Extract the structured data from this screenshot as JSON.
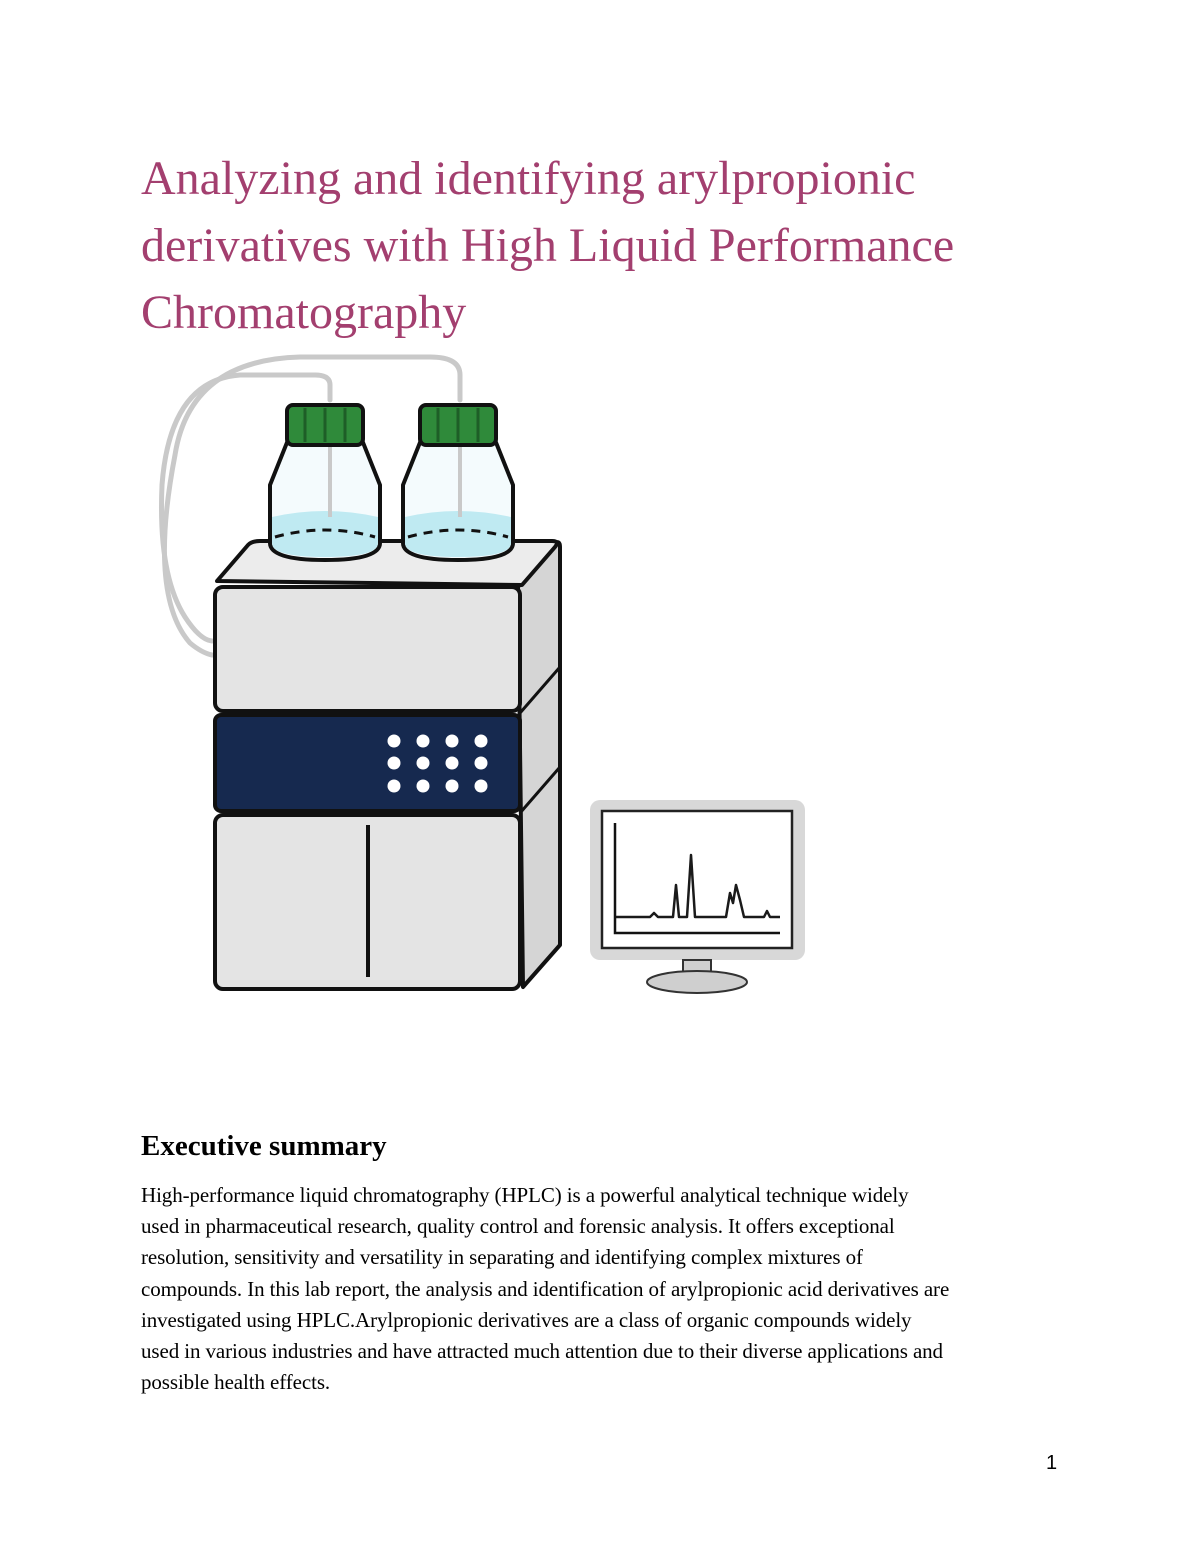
{
  "document": {
    "title": "Analyzing and identifying arylpropionic derivatives with High Liquid Performance Chromatography",
    "title_color": "#a33f6f",
    "figure": {
      "subject": "HPLC instrument with two solvent bottles and a monitor showing a chromatogram",
      "icons": [
        "solvent-bottle-icon",
        "hplc-instrument-icon",
        "chromatogram-monitor-icon"
      ],
      "colors": {
        "bottle_cap": "#2f8a3a",
        "solvent": "#bfeaf2",
        "instrument_body": "#e6e6e6",
        "control_panel": "#16294f"
      }
    },
    "executive_summary": {
      "heading": "Executive summary",
      "lines": [
        "High-performance liquid chromatography (HPLC) is a powerful analytical technique widely",
        "used in pharmaceutical research, quality control and forensic analysis. It offers exceptional",
        "resolution, sensitivity and versatility in separating and identifying complex mixtures of",
        "compounds. In this lab report, the analysis and identification of arylpropionic acid derivatives are",
        "investigated using HPLC.Arylpropionic derivatives are  a class of organic compounds widely",
        "used in various industries and have attracted much attention due to their diverse applications and",
        "possible health effects."
      ]
    },
    "page_number": "1"
  }
}
